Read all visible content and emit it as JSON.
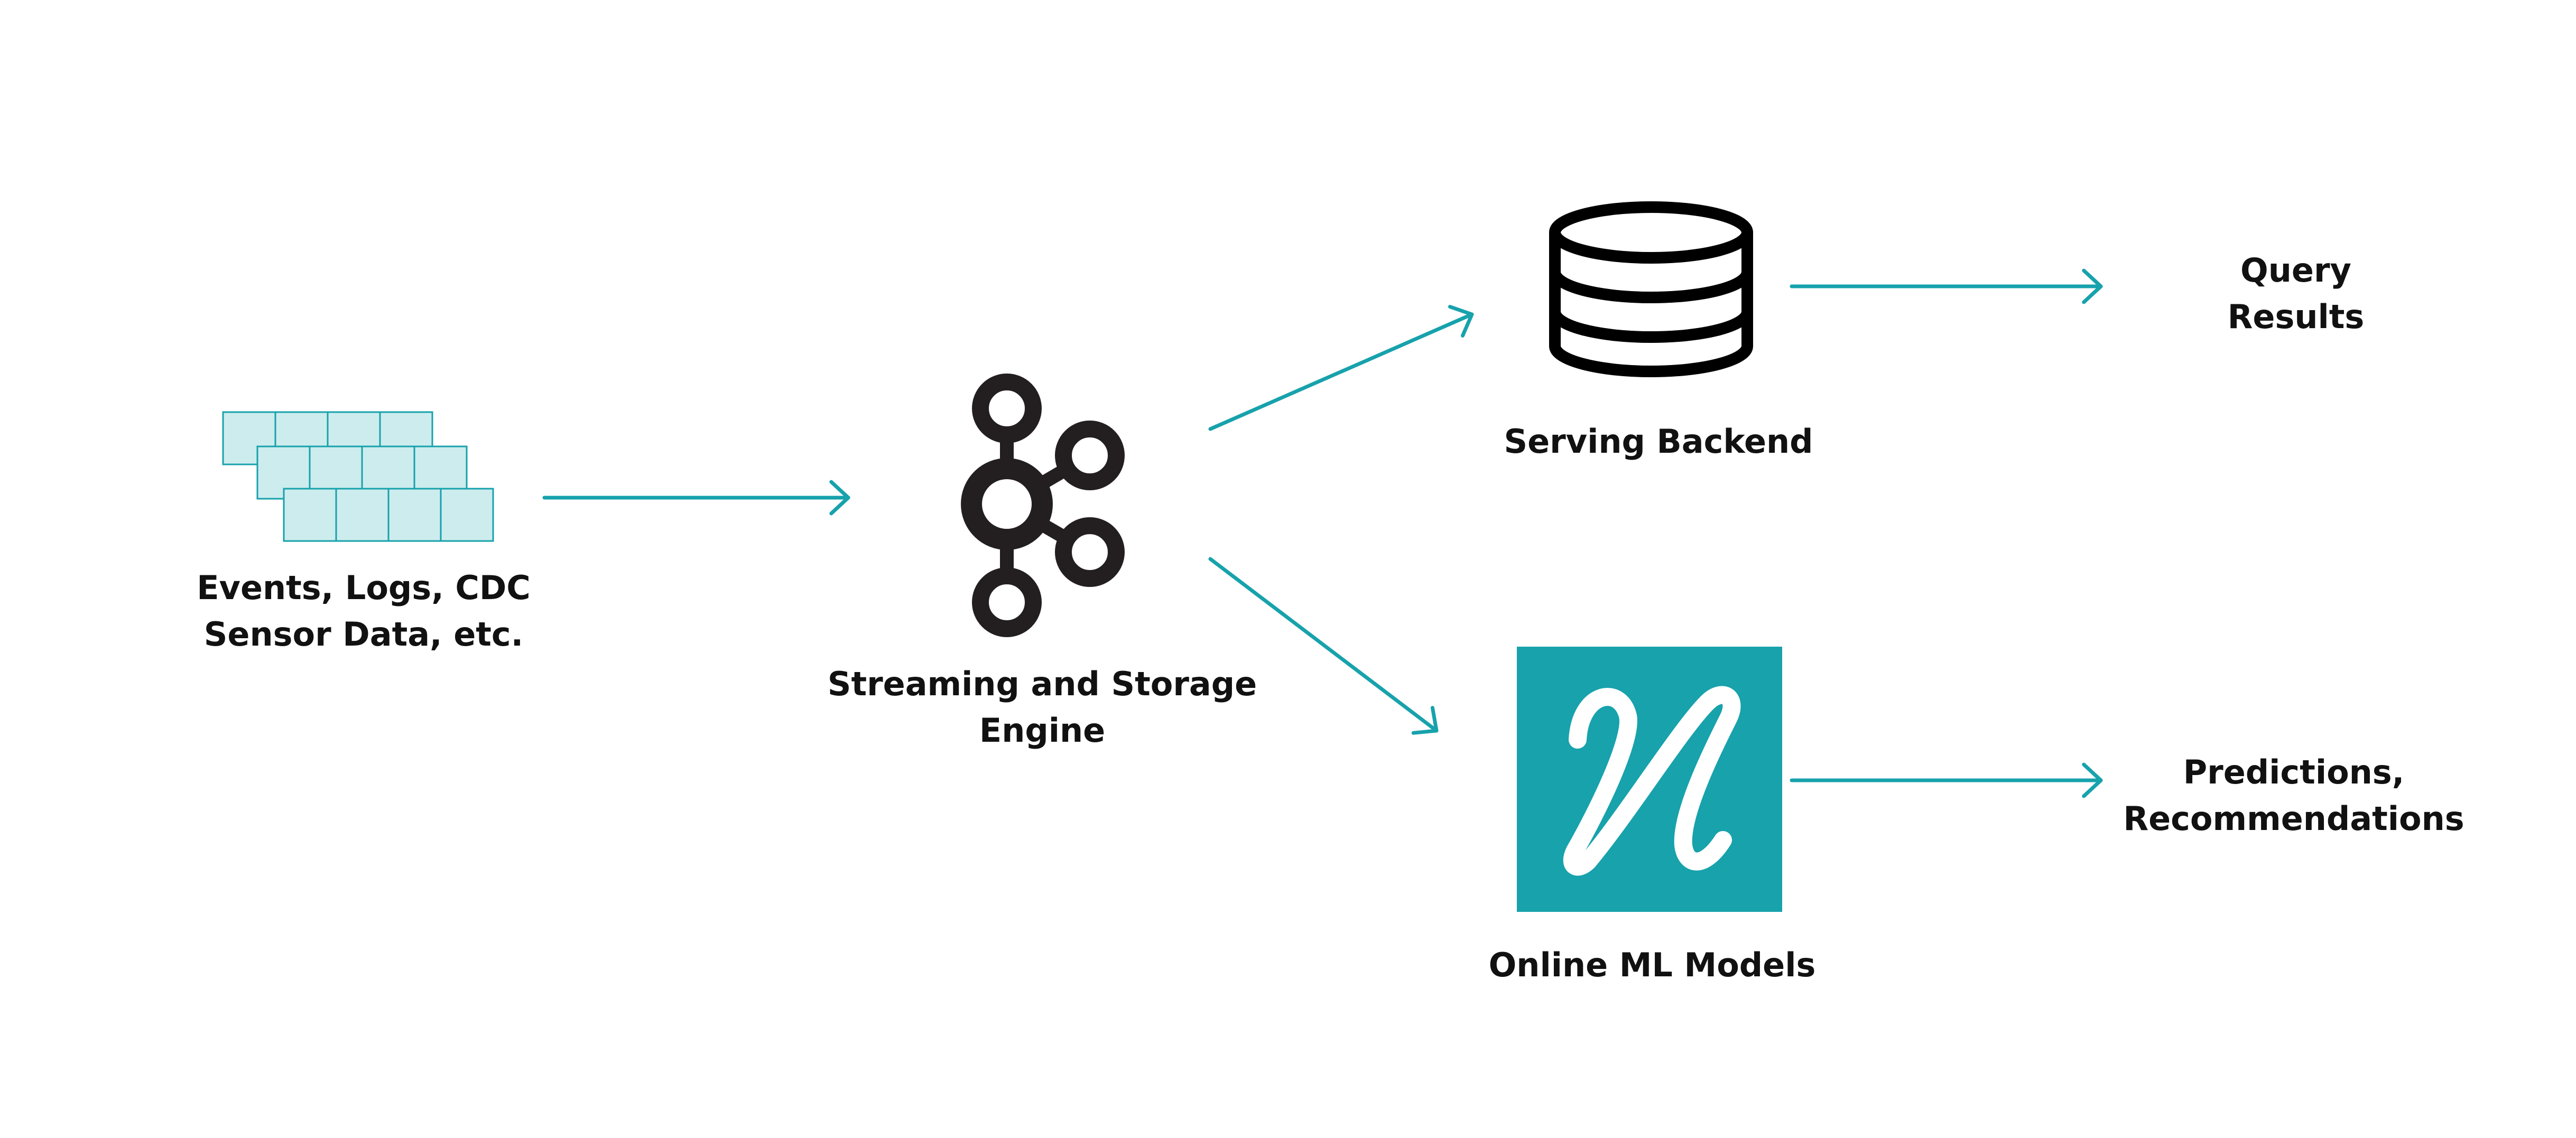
{
  "colors": {
    "accent": "#17a2ac",
    "event_fill": "#cdecee",
    "event_stroke": "#17a2ac",
    "icon_dark": "#231f20",
    "ml_box": "#17a2ac",
    "text": "#111111"
  },
  "nodes": {
    "sources": {
      "icon": "event-stack-icon",
      "label_line1": "Events, Logs, CDC",
      "label_line2": "Sensor Data, etc."
    },
    "engine": {
      "icon": "kafka-logo-icon",
      "label_line1": "Streaming and Storage",
      "label_line2": "Engine"
    },
    "serving": {
      "icon": "database-icon",
      "label": "Serving Backend"
    },
    "ml": {
      "icon": "river-ml-logo-icon",
      "label": "Online ML Models"
    },
    "query_output": {
      "label_line1": "Query",
      "label_line2": "Results"
    },
    "predictions_output": {
      "label_line1": "Predictions,",
      "label_line2": "Recommendations"
    }
  },
  "edges": [
    {
      "from": "sources",
      "to": "engine"
    },
    {
      "from": "engine",
      "to": "serving"
    },
    {
      "from": "engine",
      "to": "ml"
    },
    {
      "from": "serving",
      "to": "query_output"
    },
    {
      "from": "ml",
      "to": "predictions_output"
    }
  ]
}
